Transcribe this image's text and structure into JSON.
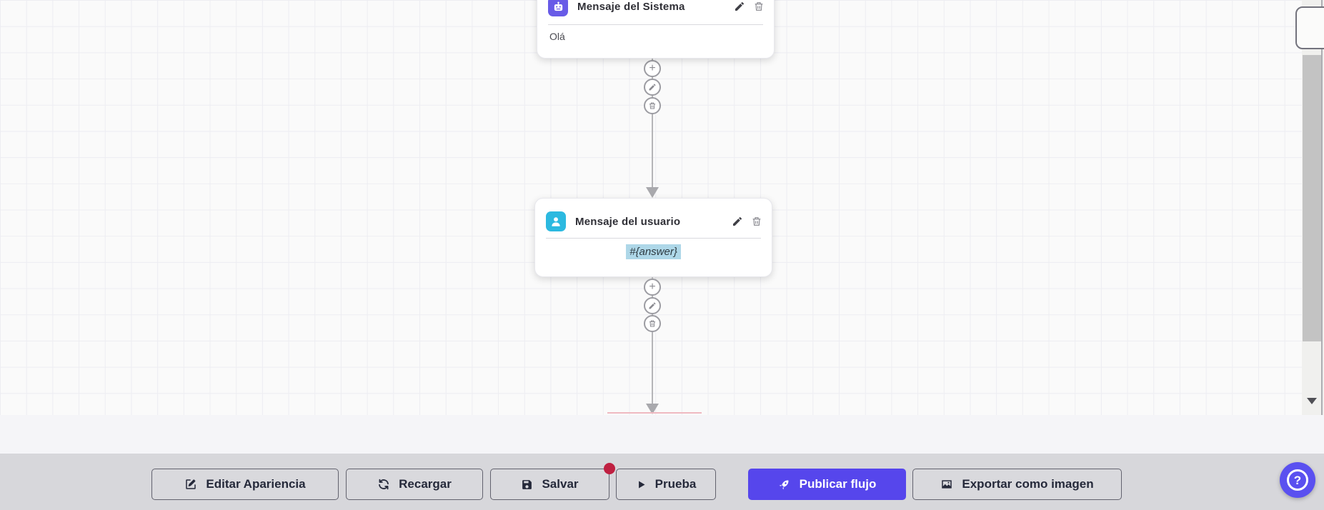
{
  "canvas": {
    "nodes": [
      {
        "title": "Mensaje del Sistema",
        "body": "Olá",
        "icon": "robot-icon",
        "icon_color": "#685BE7",
        "actions": [
          "edit",
          "delete"
        ]
      },
      {
        "title": "Mensaje del usuario",
        "body": "#{answer}",
        "body_highlighted": true,
        "highlight_color": "#AED7E8",
        "icon": "user-icon",
        "icon_color": "#2CB9E0",
        "actions": [
          "edit",
          "delete"
        ]
      }
    ],
    "connector_actions": [
      "add",
      "edit",
      "delete"
    ],
    "connector_add_glyph": "+"
  },
  "toolbar": {
    "buttons": [
      {
        "label": "Editar Apariencia",
        "icon": "edit-appearance-icon"
      },
      {
        "label": "Recargar",
        "icon": "refresh-icon"
      },
      {
        "label": "Salvar",
        "icon": "save-icon",
        "has_notification_dot": true
      },
      {
        "label": "Prueba",
        "icon": "play-icon"
      },
      {
        "label": "Publicar flujo",
        "icon": "rocket-icon",
        "variant": "primary"
      },
      {
        "label": "Exportar como imagen",
        "icon": "image-icon"
      }
    ]
  },
  "help": {
    "label": "?"
  },
  "colors": {
    "primary_button": "#5646EC",
    "help_button": "#5A50F0",
    "system_node_icon": "#685BE7",
    "user_node_icon": "#2CB9E0",
    "notification_dot": "#BF2041",
    "answer_highlight": "#AED7E8",
    "bottom_bar": "#D7D7DB"
  }
}
